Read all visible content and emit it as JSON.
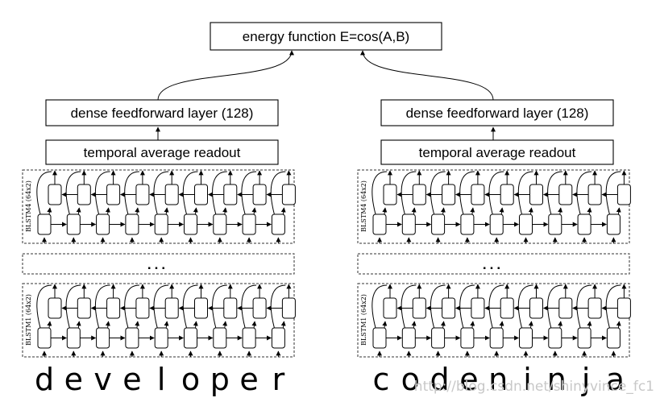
{
  "top": {
    "label": "energy function E=cos(A,B)"
  },
  "towers": [
    {
      "id": "left",
      "dense_label": "dense feedforward layer (128)",
      "readout_label": "temporal average readout",
      "upper_block_label": "BLSTM4 (64x2)",
      "lower_block_label": "BLSTM1 (64x2)",
      "ellipsis": "...",
      "letters": [
        "d",
        "e",
        "v",
        "e",
        "l",
        "o",
        "p",
        "e",
        "r"
      ]
    },
    {
      "id": "right",
      "dense_label": "dense feedforward layer (128)",
      "readout_label": "temporal average readout",
      "upper_block_label": "BLSTM4 (64x2)",
      "lower_block_label": "BLSTM1 (64x2)",
      "ellipsis": "...",
      "letters": [
        "c",
        "o",
        "d",
        "e",
        "n",
        "i",
        "n",
        "j",
        "a"
      ]
    }
  ],
  "watermark": "http://blog.csdn.net/shinyvince_fc1"
}
